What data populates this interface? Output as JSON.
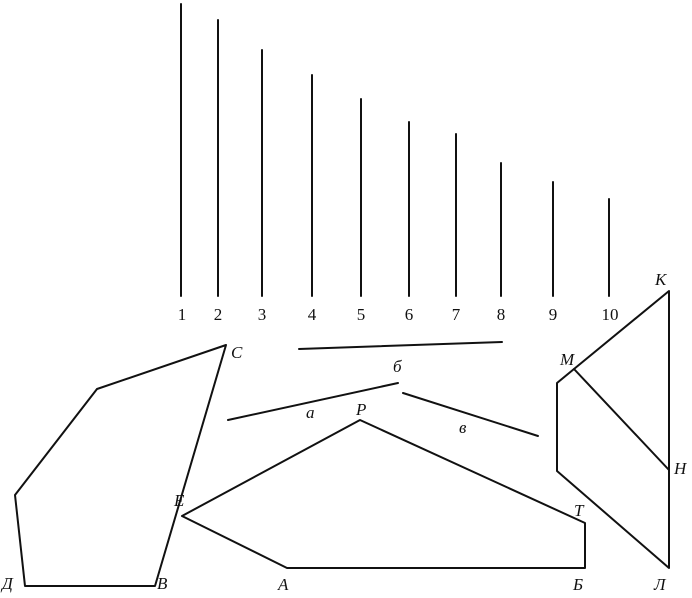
{
  "segments": [
    {
      "label": "1"
    },
    {
      "label": "2"
    },
    {
      "label": "3"
    },
    {
      "label": "4"
    },
    {
      "label": "5"
    },
    {
      "label": "6"
    },
    {
      "label": "7"
    },
    {
      "label": "8"
    },
    {
      "label": "9"
    },
    {
      "label": "10"
    }
  ],
  "lines": {
    "a": "а",
    "b": "б",
    "v": "в"
  },
  "pentagon": {
    "C": "С",
    "V": "В",
    "D": "Д"
  },
  "quad": {
    "P": "Р",
    "E": "Е",
    "A": "А",
    "B": "Б",
    "T": "Т"
  },
  "right": {
    "K": "К",
    "M": "М",
    "N": "Н",
    "L": "Л"
  }
}
